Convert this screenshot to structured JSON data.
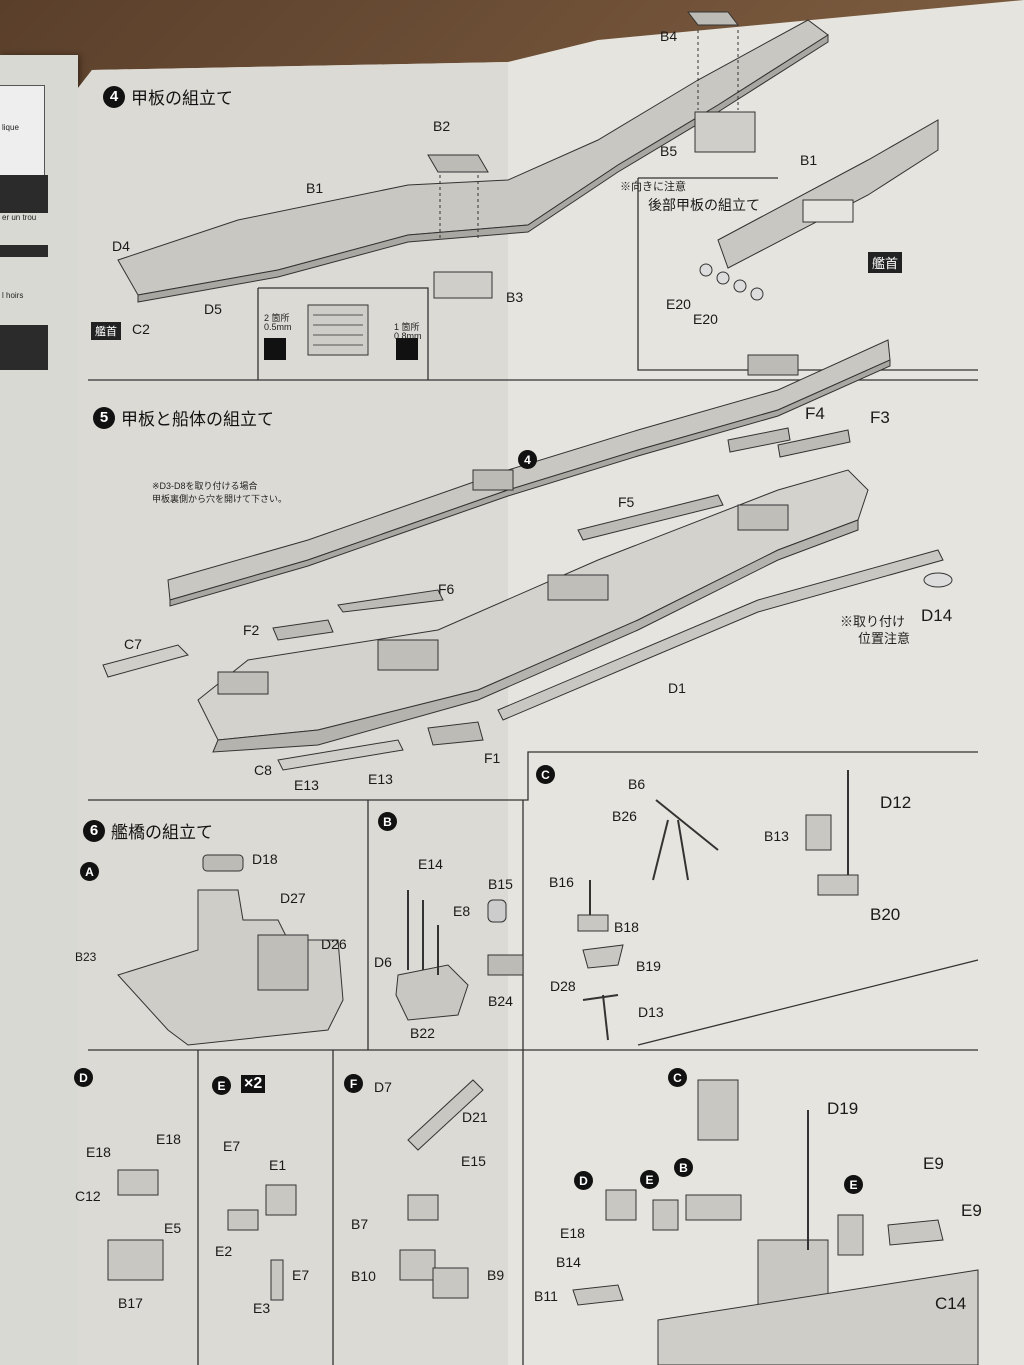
{
  "left_page": {
    "snippets": [
      "lique",
      "er un trou",
      "l hoirs"
    ]
  },
  "steps": {
    "s4": {
      "number": "4",
      "title": "甲板の組立て"
    },
    "s5": {
      "number": "5",
      "title": "甲板と船体の組立て"
    },
    "s6": {
      "number": "6",
      "title": "艦橋の組立て"
    }
  },
  "step4": {
    "parts": [
      "B4",
      "B2",
      "B1",
      "B5",
      "B3",
      "D4",
      "D5",
      "C2",
      "B1",
      "E20",
      "E20"
    ],
    "note_direction": "※向きに注意",
    "rear_deck_title": "後部甲板の組立て",
    "bow_label": "艦首",
    "stern_label": "艦首",
    "drill_two": "2 箇所",
    "drill_two_size": "0.5mm",
    "drill_one": "1 箇所",
    "drill_one_size": "0.8mm"
  },
  "step5": {
    "ref": "4",
    "drill_note_1": "※D3-D8を取り付ける場合",
    "drill_note_2": "甲板裏側から穴を開けて下さい。",
    "parts": [
      "F4",
      "F3",
      "F5",
      "F6",
      "F2",
      "C7",
      "D1",
      "C8",
      "E13",
      "E13",
      "F1",
      "D14"
    ],
    "d14_note_1": "※取り付け",
    "d14_note_2": "位置注意"
  },
  "step6": {
    "subs": {
      "A": "A",
      "B": "B",
      "C": "C",
      "D": "D",
      "E": "E",
      "F": "F"
    },
    "x2": "×2",
    "A_parts": [
      "D18",
      "D27",
      "D26",
      "B23"
    ],
    "B_parts": [
      "E14",
      "B15",
      "E8",
      "D6",
      "B24",
      "B22"
    ],
    "C_parts": [
      "B6",
      "B26",
      "B16",
      "B18",
      "B19",
      "D28",
      "D13",
      "D12",
      "B13",
      "B20"
    ],
    "D_parts": [
      "E18",
      "E18",
      "C12",
      "E5",
      "B17"
    ],
    "E_parts": [
      "E7",
      "E1",
      "E2",
      "E7",
      "E3"
    ],
    "F_parts": [
      "D7",
      "D21",
      "E15",
      "B7",
      "B10",
      "B9"
    ],
    "final_parts": [
      "D19",
      "E9",
      "E9",
      "C14",
      "E18",
      "B14",
      "B11"
    ],
    "final_circles": [
      "C",
      "D",
      "E",
      "B",
      "E"
    ]
  }
}
